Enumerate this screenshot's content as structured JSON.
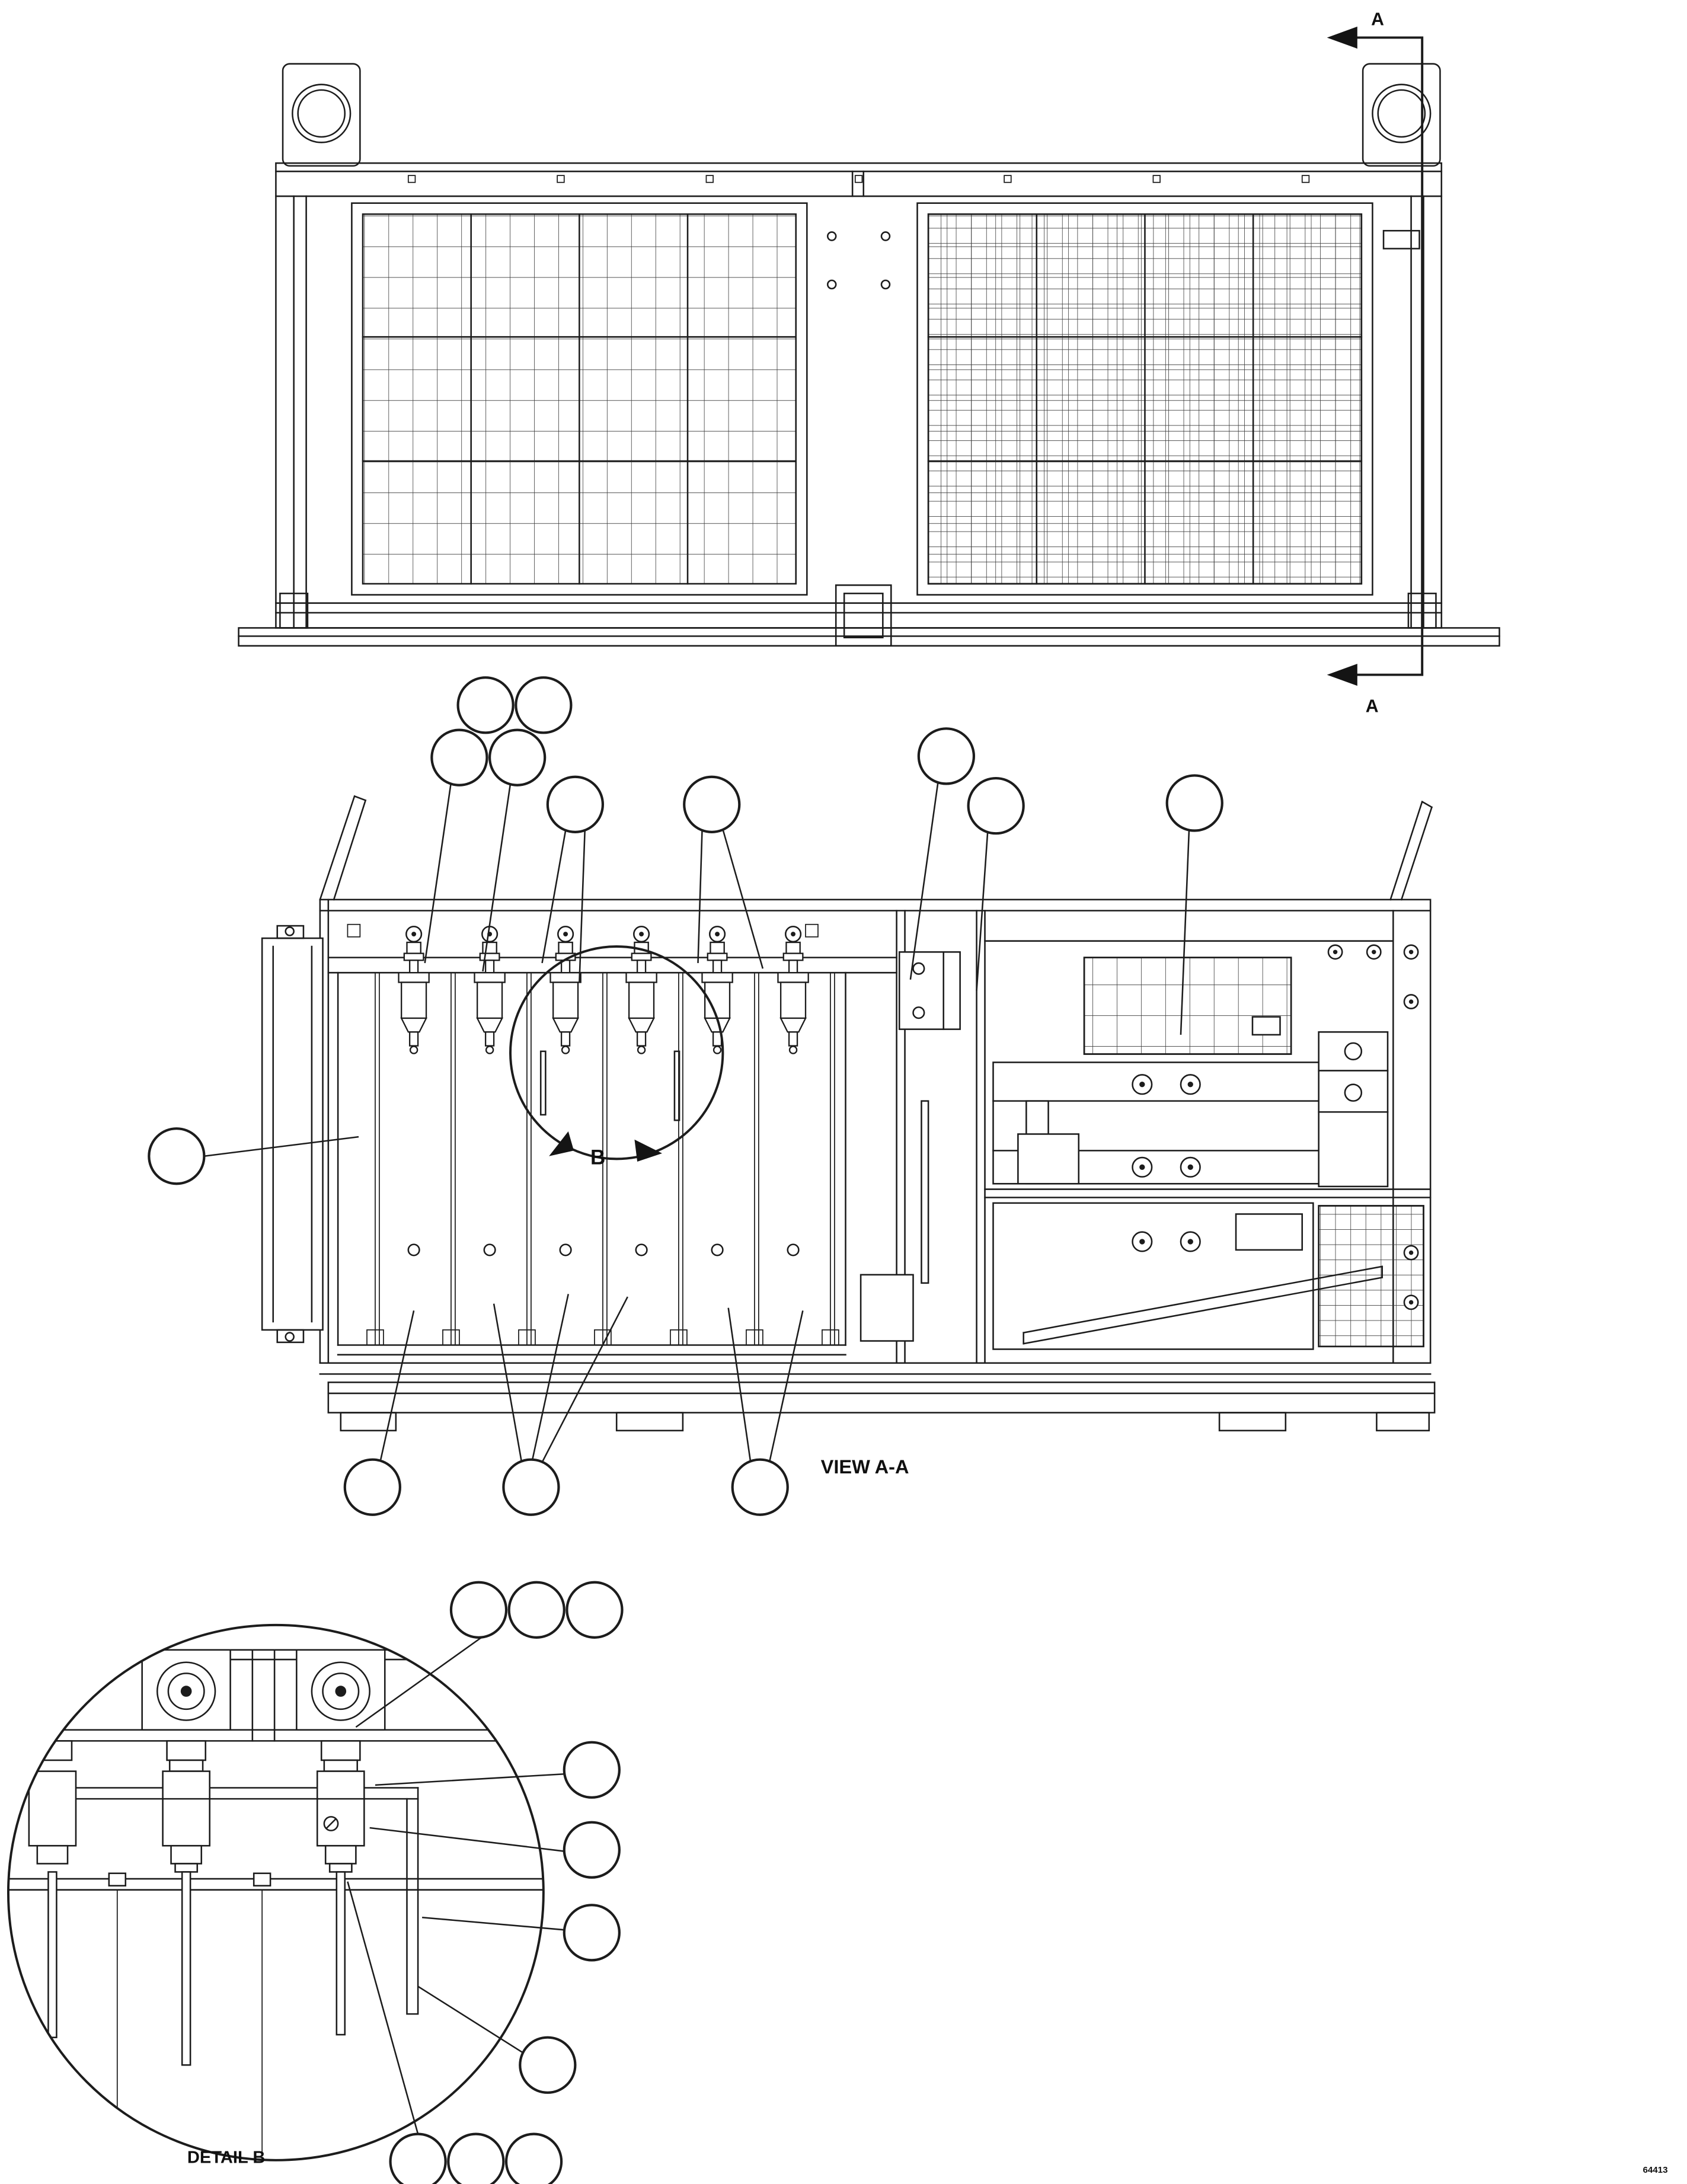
{
  "figure": {
    "section_label_top": "A",
    "section_label_bottom": "A",
    "view_label": "VIEW A-A",
    "detail_marker": "B",
    "detail_label": "DETAIL B",
    "drawing_number": "64413"
  },
  "style": {
    "background": "#ffffff",
    "line_color": "#1c1c1c"
  },
  "callouts": {
    "shape": "empty-circle",
    "section_view_count": 13,
    "detail_view_count": 10
  }
}
